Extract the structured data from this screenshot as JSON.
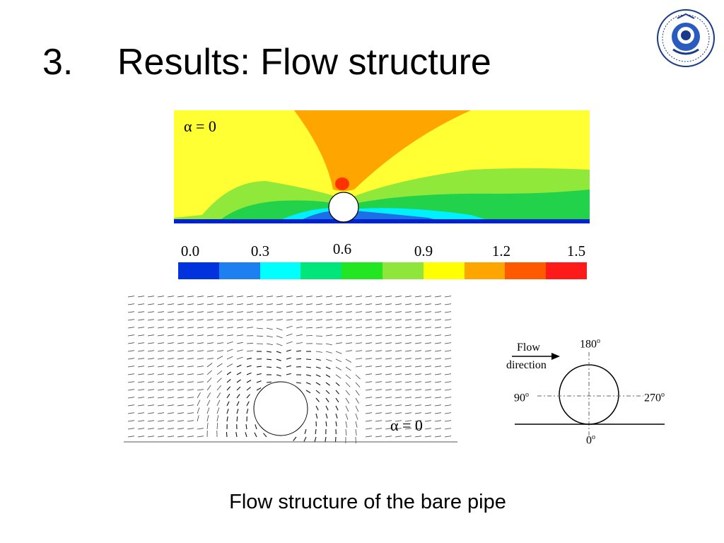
{
  "slide": {
    "title_number": "3.",
    "title_text": "Results: Flow structure",
    "caption": "Flow structure of the bare pipe"
  },
  "contour_plot": {
    "label": "α = 0",
    "colorbar_ticks": [
      "0.0",
      "0.3",
      "0.6",
      "0.9",
      "1.2",
      "1.5"
    ],
    "colorbar_colors": [
      "#0033dd",
      "#1e7ff0",
      "#00ffff",
      "#00e67a",
      "#22e622",
      "#8ee63a",
      "#ffff00",
      "#ffa500",
      "#ff5a00",
      "#ff1a1a"
    ],
    "palette": {
      "background": "#ffff33",
      "jet": "#ffa500",
      "wake_green": "#8fe83a",
      "wake_green_dark": "#22d24a",
      "near_wall_cyan": "#00f0ff",
      "near_wall_blue": "#1e6fe6",
      "wall_blue": "#0022cc",
      "stagnation_red": "#ff3300"
    }
  },
  "vector_plot": {
    "label": "α = 0"
  },
  "schematic": {
    "flow_label_line1": "Flow",
    "flow_label_line2": "direction",
    "angle_top": "180",
    "angle_left": "90",
    "angle_right": "270",
    "angle_bottom": "0",
    "degree_mark": "o"
  }
}
